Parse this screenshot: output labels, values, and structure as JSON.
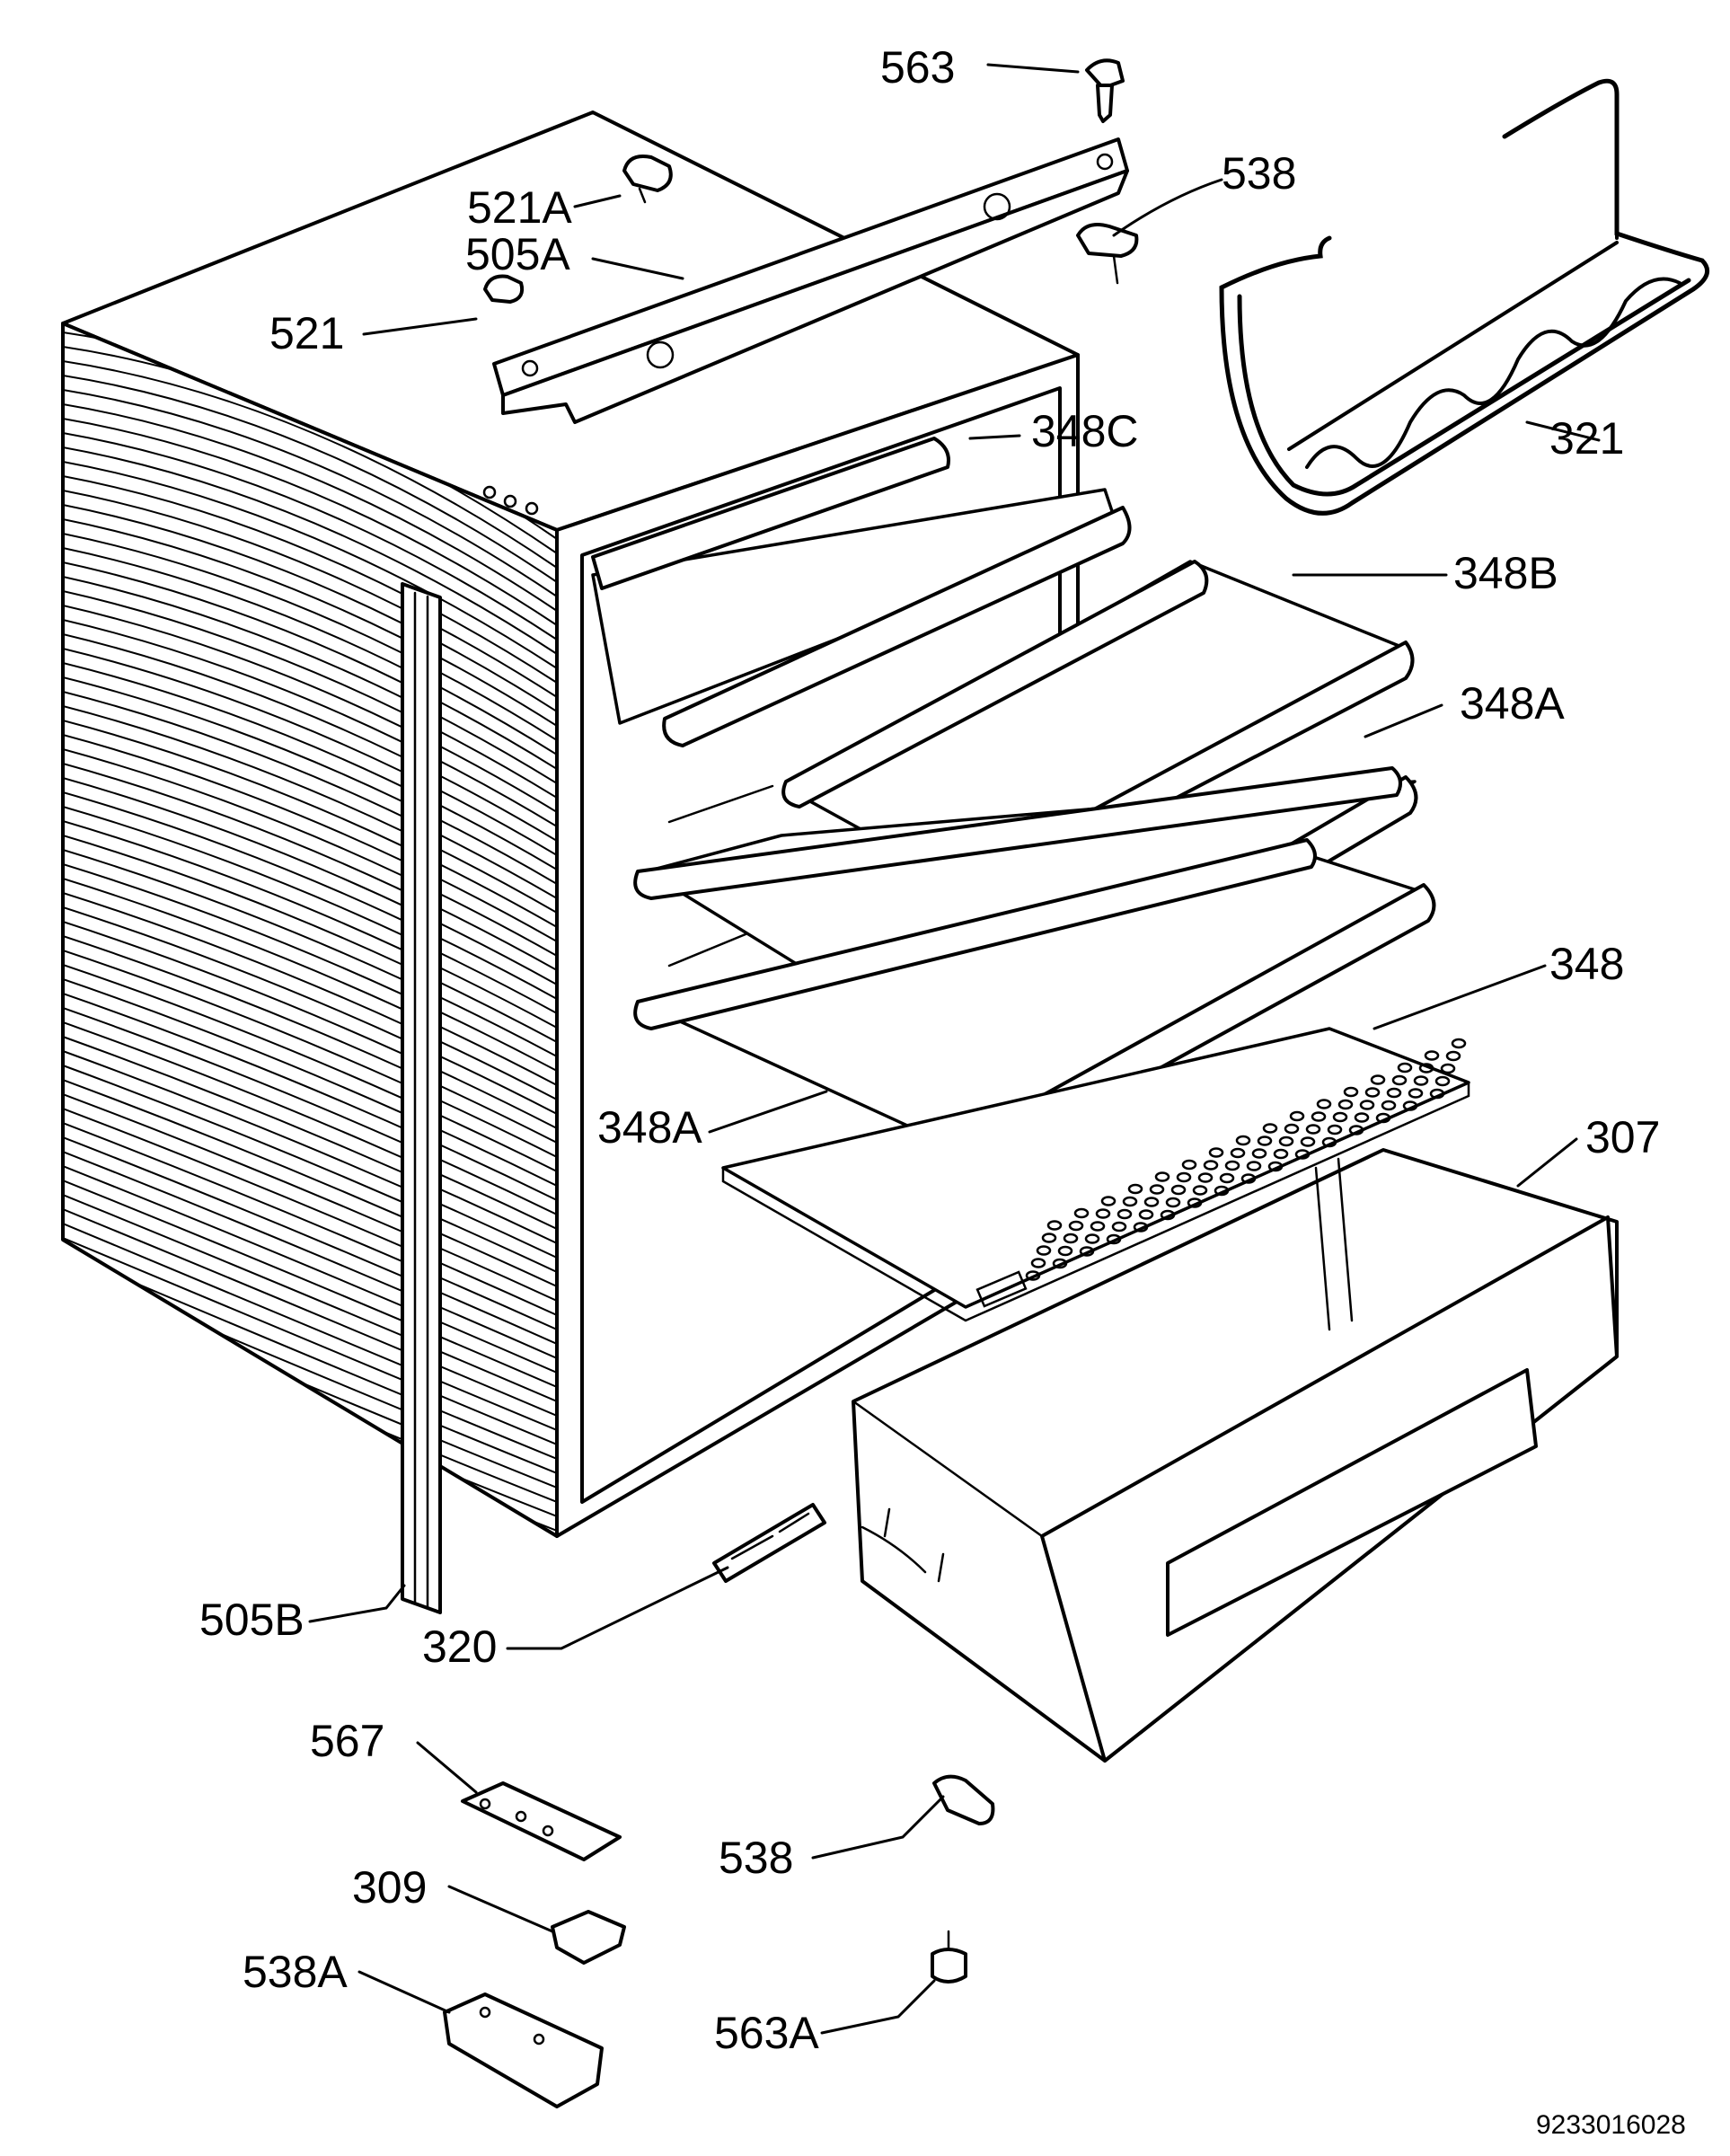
{
  "labels": {
    "p563": "563",
    "p538_top": "538",
    "p521A": "521A",
    "p505A": "505A",
    "p521": "521",
    "p348C": "348C",
    "p321": "321",
    "p348B": "348B",
    "p348A_right": "348A",
    "p348": "348",
    "p348A_left": "348A",
    "p307": "307",
    "p505B": "505B",
    "p320": "320",
    "p567": "567",
    "p538_bottom": "538",
    "p309": "309",
    "p538A": "538A",
    "p563A": "563A"
  },
  "drawing_code": "9233016028"
}
